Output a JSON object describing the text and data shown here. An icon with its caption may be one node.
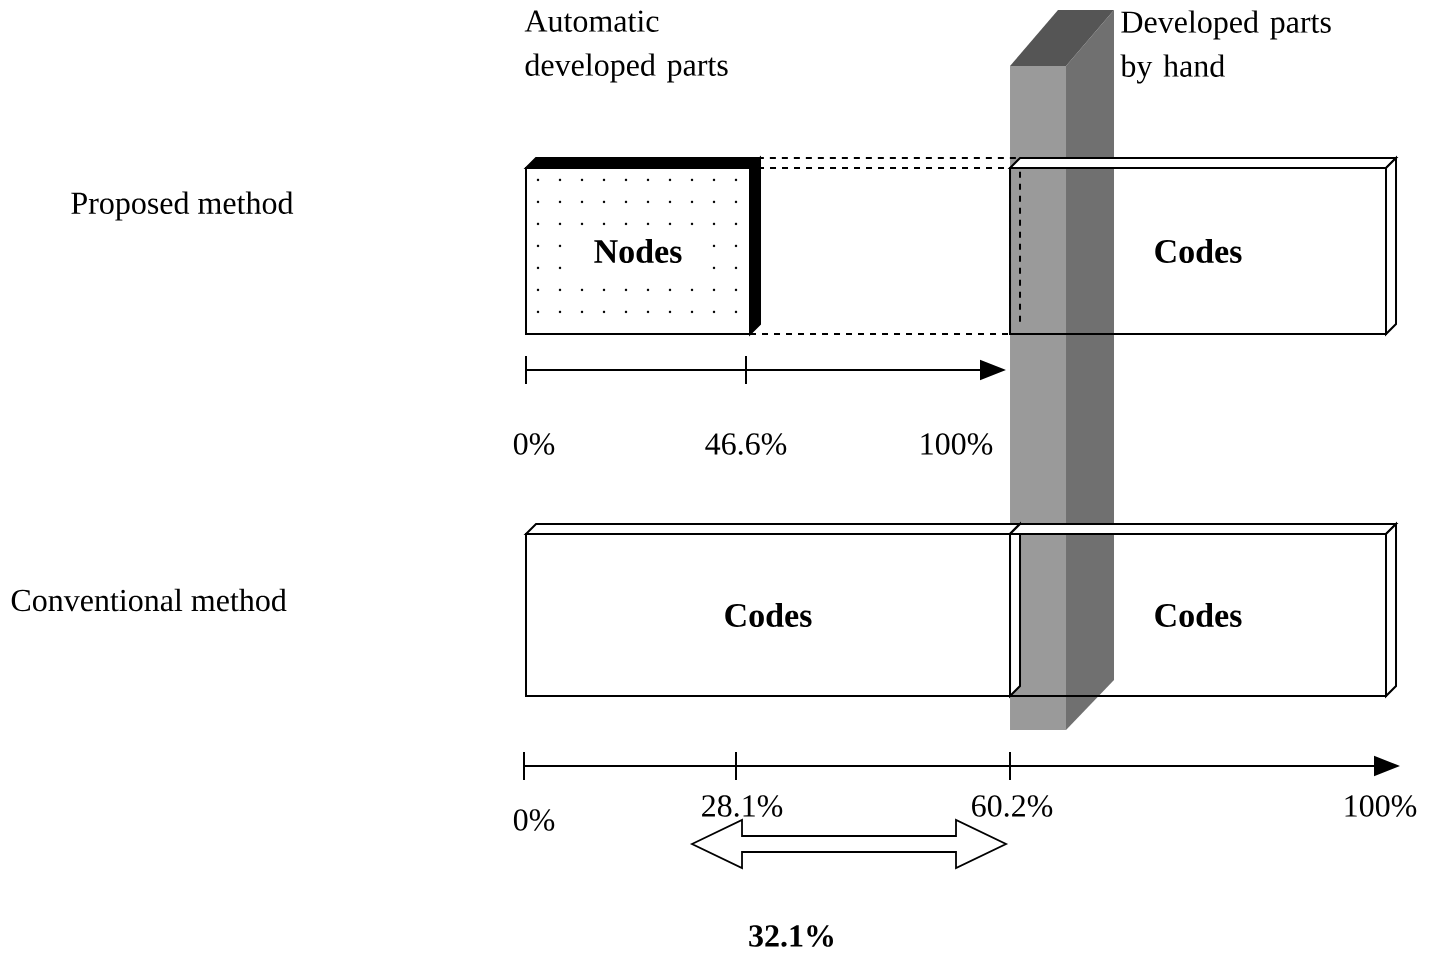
{
  "diagram": {
    "nodes": [
      {
        "text": [
          "Nodes"
        ]
      },
      {
        "text": [],
        "shape": "box"
      },
      {
        "text": [
          "Codes"
        ]
      },
      {
        "text": [],
        "shape": "bar"
      },
      {
        "text": [
          "Codes"
        ]
      },
      {
        "text": [
          "Codes"
        ]
      }
    ],
    "labels": [
      "Automatic developed parts",
      "Developed parts by hand",
      "Proposed method",
      "Conventional method",
      "0%",
      "46.6%",
      "100%",
      "0%",
      "28.1%",
      "60.2%",
      "100%",
      "32.1%"
    ]
  }
}
